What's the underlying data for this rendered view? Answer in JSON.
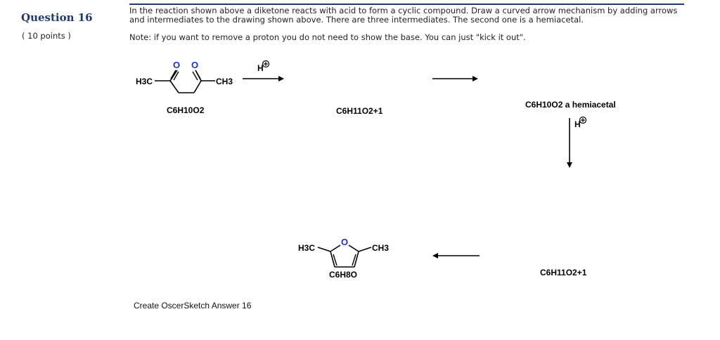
{
  "question": {
    "title": "Question 16",
    "points": "( 10 points )",
    "text": "In the reaction shown above a diketone reacts with acid to form a cyclic compound.  Draw a curved arrow mechanism by adding arrows and intermediates to the drawing shown above. There are three intermediates. The second one is a hemiacetal.",
    "note": "Note: if you want to remove a proton you do not need to show the base.  You can just \"kick it out\"."
  },
  "molecules": {
    "diketone_left_group": "H3C",
    "diketone_right_group": "CH3",
    "diketone_o1": "O",
    "diketone_o2": "O",
    "diketone_formula": "C6H10O2",
    "reagent_h": "H",
    "intermediate1_formula": "C6H11O2+1",
    "hemiacetal_label": "C6H10O2 a hemiacetal",
    "reagent2_h": "H",
    "intermediate3_formula": "C6H11O2+1",
    "furan_left_group": "H3C",
    "furan_right_group": "CH3",
    "furan_o": "O",
    "furan_formula": "C6H8O"
  },
  "colors": {
    "title": "#1f3a6e",
    "oxygen": "#1f2fd0",
    "bonds": "#000000"
  },
  "answer_label": "Create OscerSketch Answer 16"
}
